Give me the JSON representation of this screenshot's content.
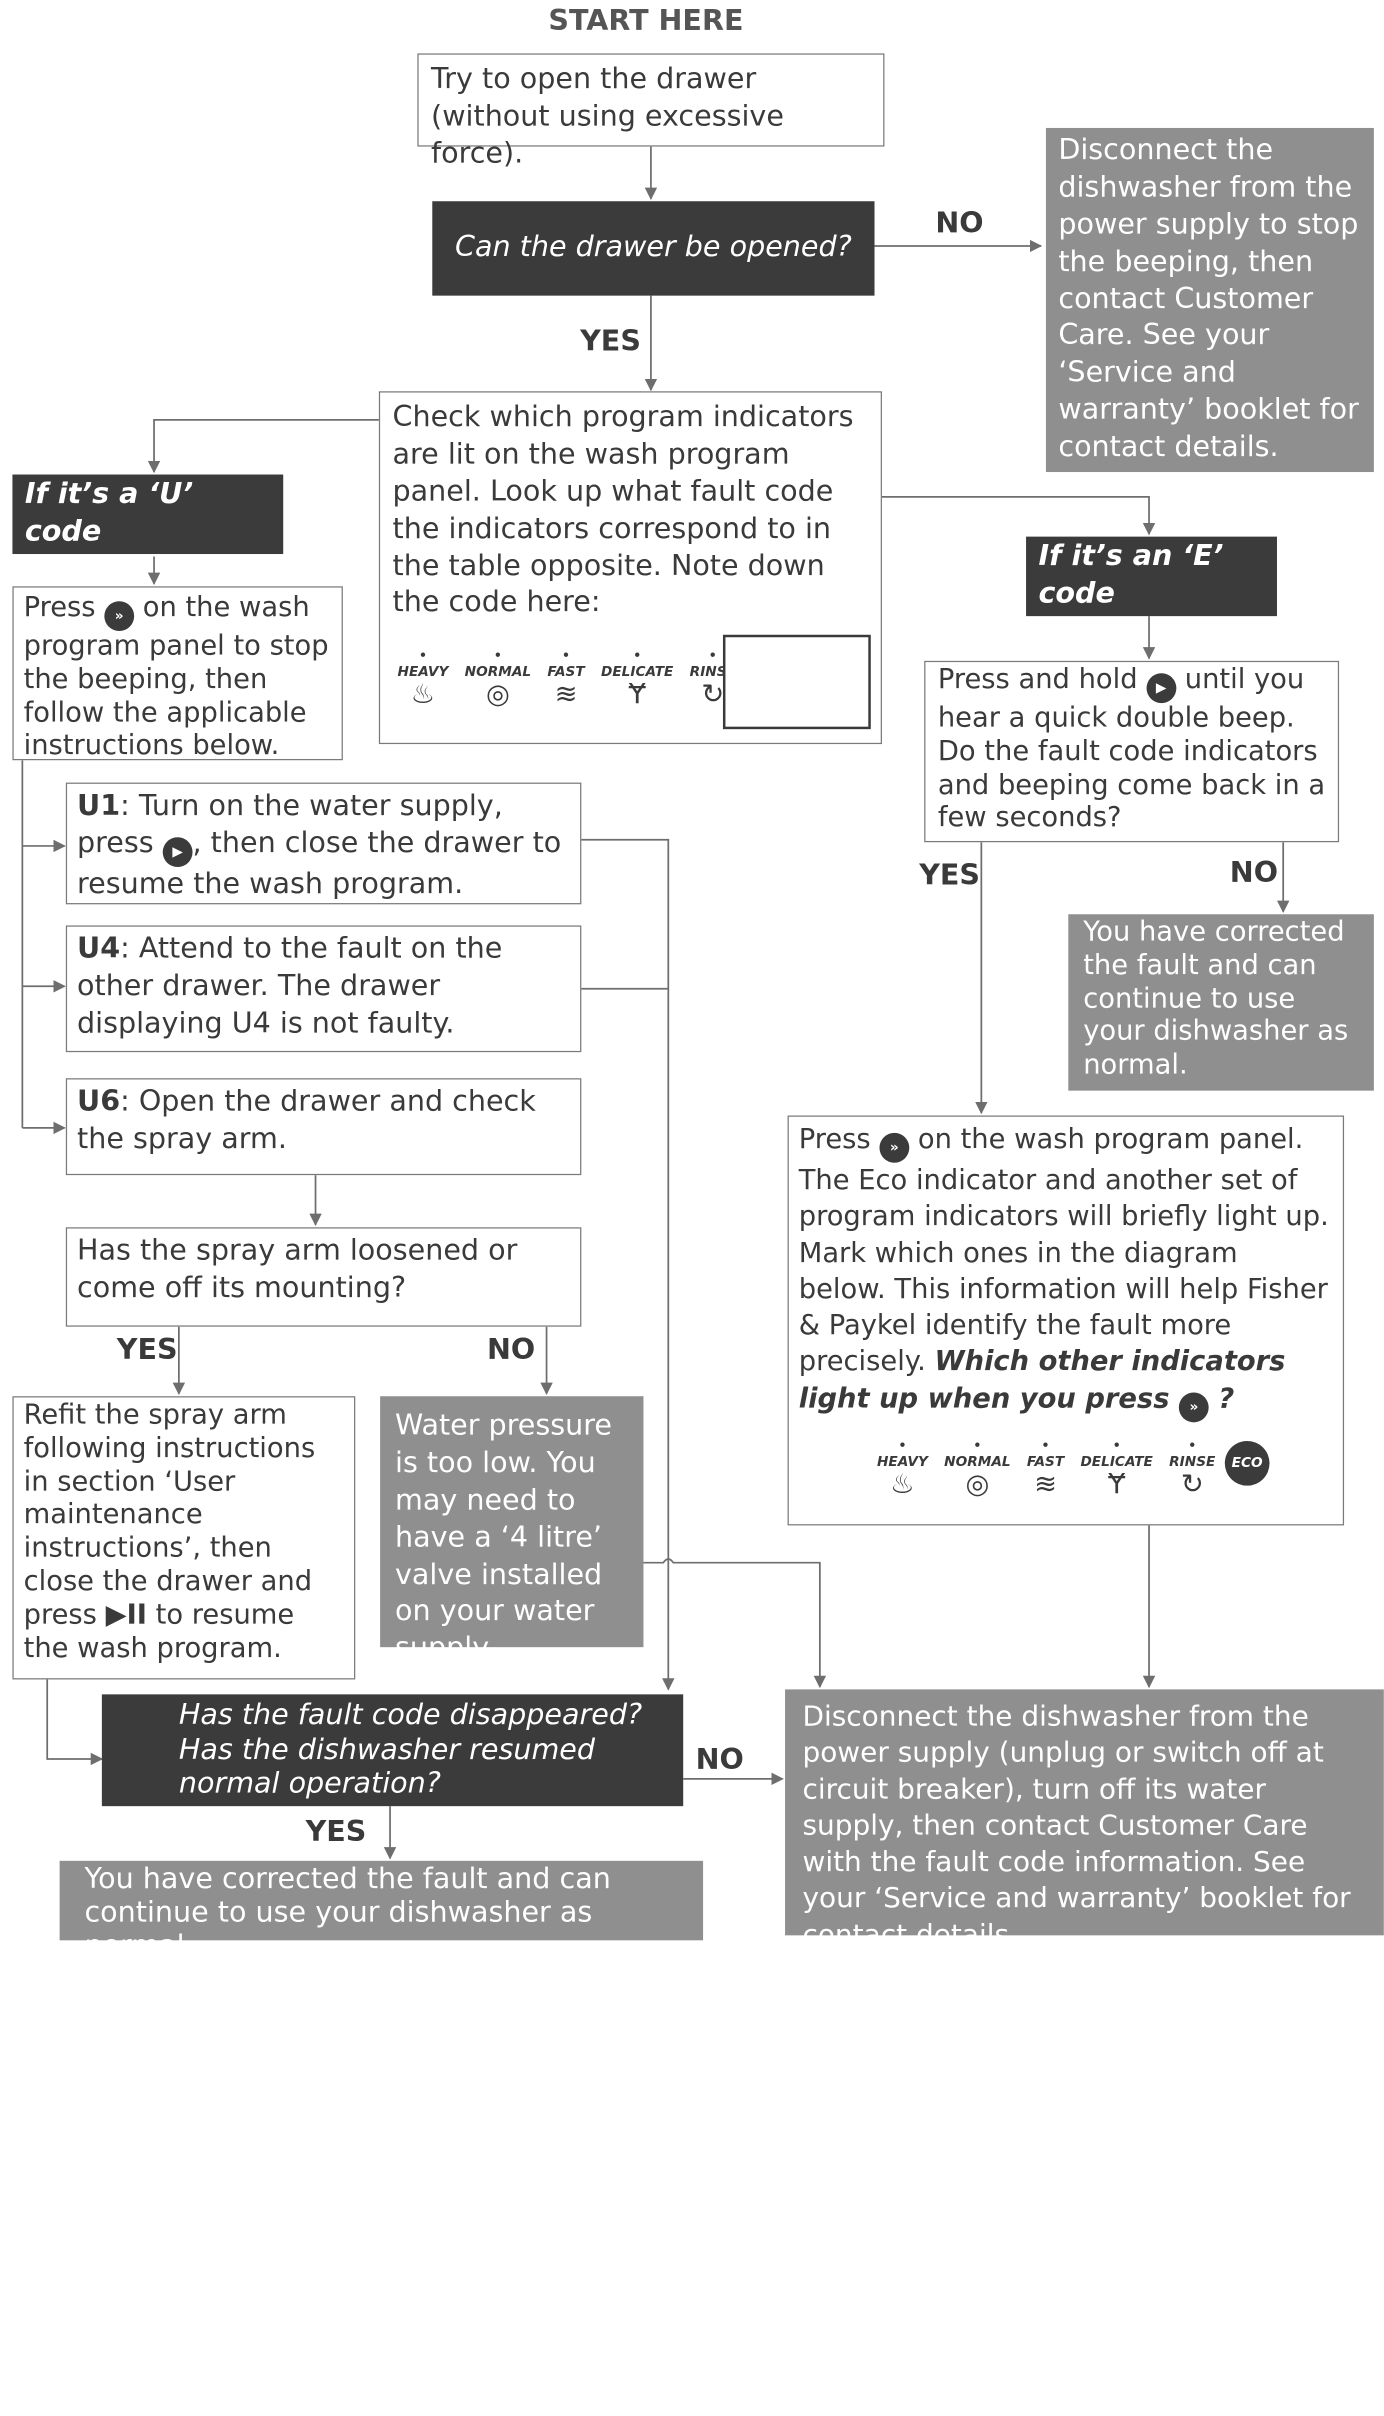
{
  "title": "START HERE",
  "nodes": {
    "open_drawer": "Try to open the drawer (without using excessive force).",
    "can_open": "Can the drawer be opened?",
    "disconnect_beep": "Disconnect the dishwasher from the power supply to stop the beeping, then contact Customer Care. See your ‘Service and warranty’ booklet for contact details.",
    "check_indicators": "Check which program indicators are lit on the wash program panel. Look up what fault code the indicators correspond to in the table opposite. Note down the code here:",
    "u_code": "If it’s a ‘U’ code",
    "e_code": "If it’s an ‘E’ code",
    "u_press_a": "Press",
    "u_press_b": "on the wash program panel to stop the beeping, then follow the applicable instructions below.",
    "u1_code": "U1",
    "u1_a": ": Turn on the water supply, press",
    "u1_b": ", then close the drawer to resume the wash program.",
    "u4_code": "U4",
    "u4_text": ": Attend to the fault on the other drawer. The drawer displaying U4 is not faulty.",
    "u6_code": "U6",
    "u6_text": ": Open the drawer and check the spray arm.",
    "spray_loose": "Has the spray arm loosened or come off its mounting?",
    "refit": "Refit the spray arm following instructions in section ‘User maintenance instructions’, then close the drawer and press",
    "refit_tail": "to resume the wash program.",
    "refit_symbol": "▶II",
    "water_pressure": "Water pressure is too low. You may need to have a ‘4 litre’ valve installed on your water supply.",
    "disappeared": "Has the fault code disappeared? Has the dishwasher resumed normal operation?",
    "corrected_bottom": "You have corrected the fault and can continue to use your dishwasher as normal.",
    "press_hold_a": "Press and hold",
    "press_hold_b": "until you hear a quick double beep. Do the fault code indicators and beeping come back in a few seconds?",
    "corrected_right": "You have corrected the fault and can continue to use your dishwasher as normal.",
    "eco_a": "Press",
    "eco_b": "on the wash program panel. The Eco indicator and another set of program indicators will briefly light up. Mark which ones in the diagram below. This information will help Fisher & Paykel identify the fault more precisely.",
    "eco_q_a": "Which other indicators light up when you press",
    "eco_q_b": "?",
    "disconnect_final": "Disconnect the dishwasher from the power supply (unplug or switch off at circuit breaker), turn off its water supply, then contact Customer Care with the fault code information. See your ‘Service and warranty’ booklet for contact details."
  },
  "labels": {
    "no_1": "NO",
    "yes_1": "YES",
    "yes_spray": "YES",
    "no_spray": "NO",
    "no_final": "NO",
    "yes_final": "YES",
    "yes_e": "YES",
    "no_e": "NO"
  },
  "panel": {
    "programs": [
      "HEAVY",
      "NORMAL",
      "FAST",
      "DELICATE",
      "RINSE"
    ],
    "eco": "ECO"
  },
  "icons": {
    "skip": "fast-forward-circle-icon",
    "play": "play-circle-icon",
    "play_pause": "play-pause-icon",
    "heavy": "pot-icon",
    "normal": "plates-icon",
    "fast": "fast-wash-icon",
    "delicate": "glasses-icon",
    "rinse": "rinse-icon"
  }
}
